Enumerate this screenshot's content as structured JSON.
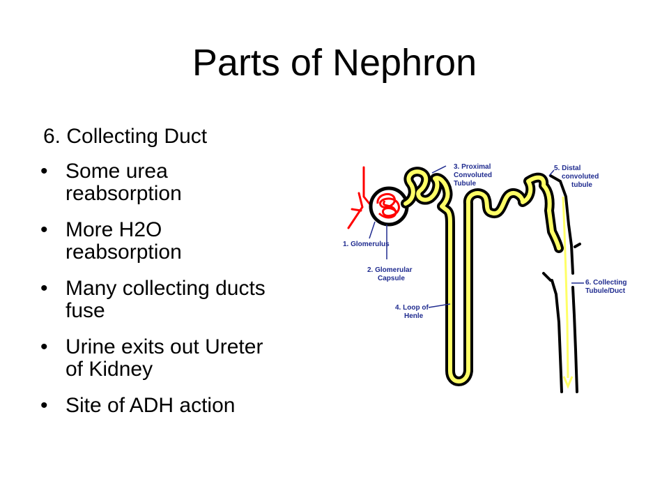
{
  "slide": {
    "title": "Parts of Nephron",
    "subtitle": "6. Collecting Duct",
    "bullets": [
      {
        "line1": "Some urea",
        "line2": "reabsorption"
      },
      {
        "line1": "More H2O",
        "line2": "reabsorption"
      },
      {
        "line1": "Many collecting ducts",
        "line2": "fuse"
      },
      {
        "line1": "Urine exits out Ureter",
        "line2": "of Kidney"
      },
      {
        "line1": "Site of ADH action",
        "line2": ""
      }
    ]
  },
  "diagram": {
    "labels": {
      "glomerulus": "1. Glomerulus",
      "capsule_1": "2. Glomerular",
      "capsule_2": "Capsule",
      "proximal_1": "3. Proximal",
      "proximal_2": "Convoluted",
      "proximal_3": "Tubule",
      "loop_1": "4. Loop of",
      "loop_2": "Henle",
      "distal_1": "5. Distal",
      "distal_2": "convoluted",
      "distal_3": "tubule",
      "collecting_1": "6. Collecting",
      "collecting_2": "Tubule/Duct"
    },
    "colors": {
      "tubule": "#000000",
      "flow": "#ffff66",
      "blood_vessel": "#ff0000",
      "label": "#1f2b8f"
    }
  }
}
